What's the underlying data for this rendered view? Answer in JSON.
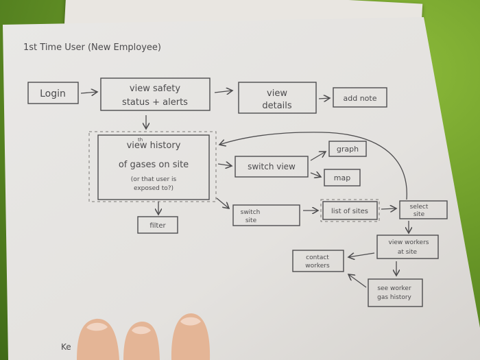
{
  "diagram": {
    "title": "1st Time User (New Employee)",
    "nodes": {
      "login": [
        "Login"
      ],
      "view_safety": [
        "view safety",
        "status + alerts"
      ],
      "view_details": [
        "view",
        "details"
      ],
      "add_note": [
        "add note"
      ],
      "view_history": [
        "view history",
        "of gases on site"
      ],
      "history_note": [
        "(or that user is",
        "exposed to?)"
      ],
      "history_sup": "th",
      "switch_view": [
        "switch view"
      ],
      "graph": [
        "graph"
      ],
      "map": [
        "map"
      ],
      "filter": [
        "filter"
      ],
      "switch_site": [
        "switch",
        "site"
      ],
      "list_sites": [
        "list of sites"
      ],
      "select_site": [
        "select",
        "site"
      ],
      "view_workers": [
        "view workers",
        "at site"
      ],
      "contact_workers": [
        "contact",
        "workers"
      ],
      "worker_history": [
        "see worker",
        "gas history"
      ]
    },
    "footer_fragment": "Ke"
  },
  "colors": {
    "background": "#6f9a2c",
    "paper": "#e6e4e1",
    "ink": "#4b4a4c",
    "skin": "#e4b596"
  }
}
